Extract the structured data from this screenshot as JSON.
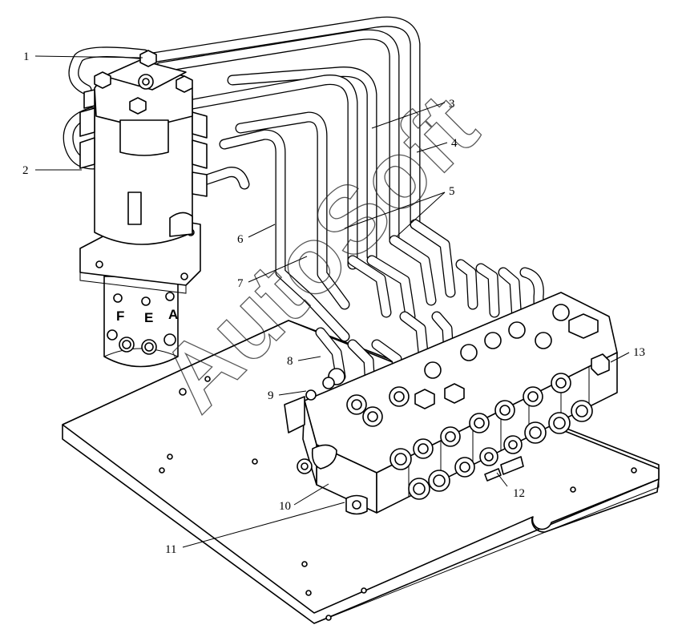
{
  "watermark": "AutoSoft",
  "callouts": [
    "1",
    "2",
    "3",
    "4",
    "5",
    "6",
    "7",
    "8",
    "9",
    "10",
    "11",
    "12",
    "13"
  ],
  "filter_letters": [
    "F",
    "E",
    "A"
  ]
}
